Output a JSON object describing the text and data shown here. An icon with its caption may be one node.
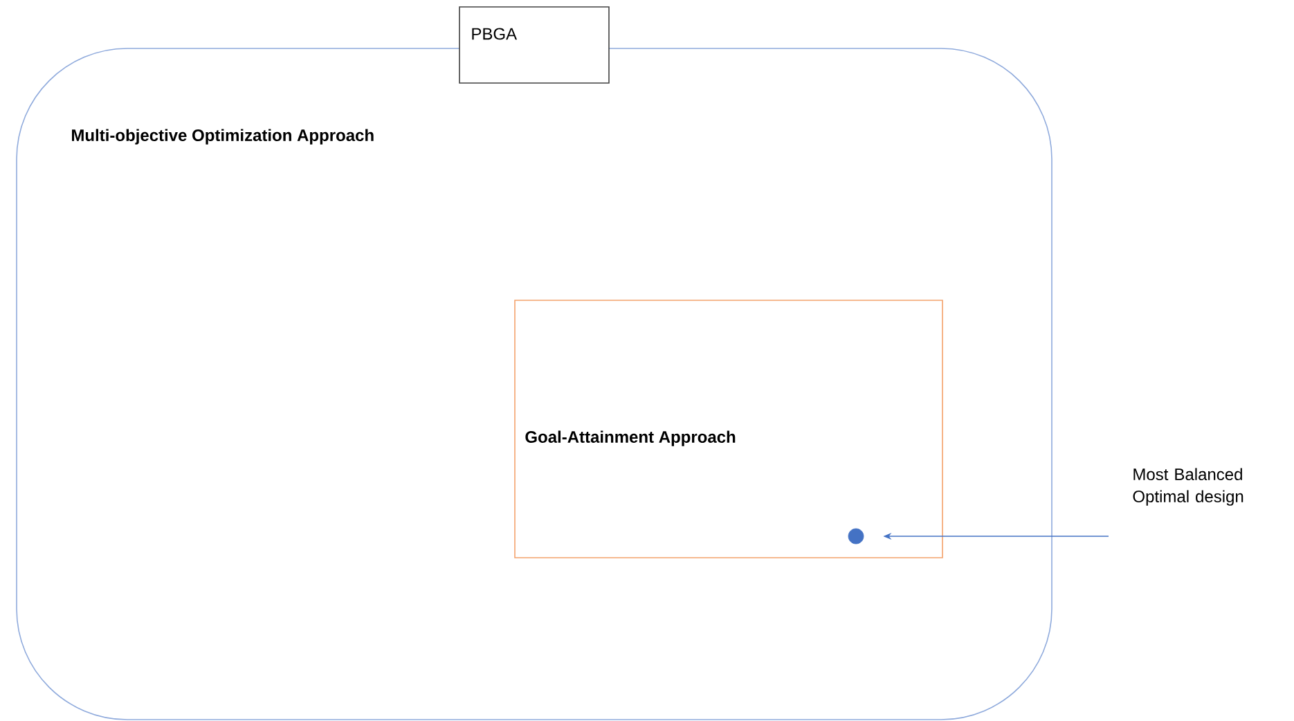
{
  "diagram": {
    "nodes": [
      {
        "text": [
          "Multi-objective Optimization Approach"
        ]
      },
      {
        "text": [
          "PBGA"
        ]
      },
      {
        "text": [
          "Goal-Attainment Approach"
        ],
        "in": 0
      },
      {
        "text": [],
        "shape": "circle",
        "in": 2
      },
      {
        "text": [
          "Most Balanced Optimal design"
        ]
      }
    ],
    "edges": [
      {
        "from": 4,
        "to": 3,
        "arrow": "to"
      }
    ]
  }
}
